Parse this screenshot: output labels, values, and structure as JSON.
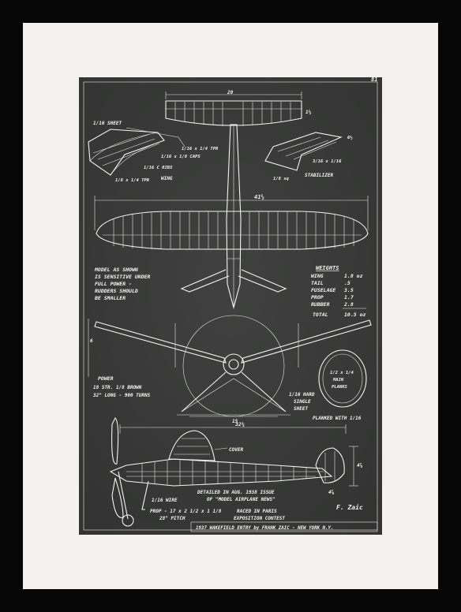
{
  "page_number": "81",
  "dimensions": {
    "tail_span": "20",
    "stab_note_a": "1¼",
    "stab_note_b": "6½",
    "wing_span": "41½",
    "hub_dim": "15",
    "front_dim": "6",
    "side_length": "32¼",
    "fin_dim": "4⅞",
    "fin_height": "4⅞"
  },
  "wing_detail": {
    "sheet": "1/16 SHEET",
    "tpr": "1/16 x 1/4 TPR",
    "caps": "1/16 x 1/8 CAPS",
    "ribs": "1/16 C RIBS",
    "bottom_tpr": "1/8 x 1/4 TPR",
    "label": "WING"
  },
  "stabilizer": {
    "a": "3/16 x 1/16",
    "b": "1/8 sq",
    "label": "STABILIZER"
  },
  "note": [
    "MODEL AS SHOWN",
    "IS SENSITIVE UNDER",
    "FULL POWER -",
    "RUDDERS SHOULD",
    "BE SMALLER"
  ],
  "weights": {
    "title": "WEIGHTS",
    "rows": [
      {
        "item": "WING",
        "value": "1.8 oz"
      },
      {
        "item": "TAIL",
        "value": ".5"
      },
      {
        "item": "FUSELAGE",
        "value": "3.5"
      },
      {
        "item": "PROP",
        "value": "1.7"
      },
      {
        "item": "RUBBER",
        "value": "2.8"
      },
      {
        "item": "TOTAL",
        "value": "10.5 oz"
      }
    ]
  },
  "power": [
    "POWER",
    "18 STR. 1/8 BROWN",
    "32\" LONG - 900 TURNS"
  ],
  "main_planks": [
    "1/2 x 1/4",
    "MAIN",
    "PLANKS"
  ],
  "hard_sheet": [
    "1/16 HARD",
    "SINGLE",
    "SHEET"
  ],
  "planked": "PLANKED WITH 1/16",
  "cover": "COVER",
  "wire": "1/16 WIRE",
  "prop": [
    "PROP - 17 x 2 1/2 x 1 1/8",
    "28\" PITCH"
  ],
  "detailed": [
    "DETAILED IN AUG. 1938 ISSUE",
    "OF \"MODEL AIRPLANE NEWS\""
  ],
  "raced": [
    "RACED IN PARIS",
    "EXPOSITION CONTEST"
  ],
  "signature": "F. Zaic",
  "title_line": "1937 WAKEFIELD ENTRY  by FRANK ZAIC  -  NEW YORK  N.Y."
}
